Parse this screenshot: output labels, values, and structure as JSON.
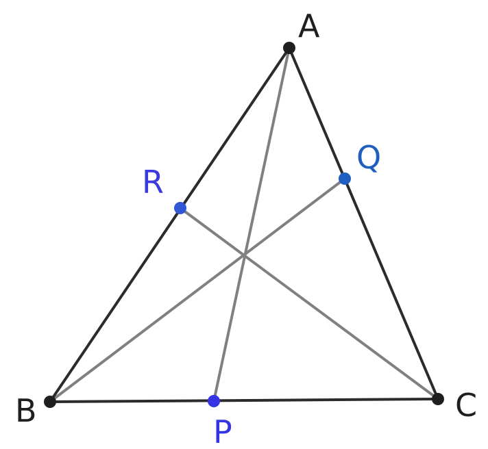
{
  "diagram": {
    "background": "#ffffff",
    "colors": {
      "triangle_edge": "#2b2b2b",
      "cevian": "#808080",
      "vertex_point": "#1f1f1f",
      "point_P": "#3535e6",
      "point_Q": "#1f5fc0",
      "point_R": "#2f57d6",
      "label_vertex": "#1f1f1f",
      "label_P": "#3535e6",
      "label_Q": "#1f5fc0",
      "label_R": "#3a3ae0"
    },
    "labels": {
      "A": "A",
      "B": "B",
      "C": "C",
      "P": "P",
      "Q": "Q",
      "R": "R"
    }
  }
}
